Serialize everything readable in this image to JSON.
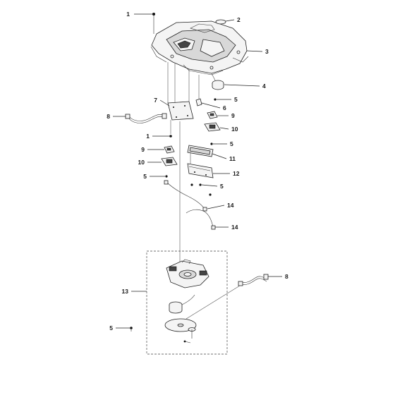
{
  "callouts": [
    {
      "id": "c1a",
      "label": "1"
    },
    {
      "id": "c2",
      "label": "2"
    },
    {
      "id": "c3",
      "label": "3"
    },
    {
      "id": "c4",
      "label": "4"
    },
    {
      "id": "c5a",
      "label": "5"
    },
    {
      "id": "c6",
      "label": "6"
    },
    {
      "id": "c7",
      "label": "7"
    },
    {
      "id": "c8a",
      "label": "8"
    },
    {
      "id": "c9a",
      "label": "9"
    },
    {
      "id": "c10a",
      "label": "10"
    },
    {
      "id": "c1b",
      "label": "1"
    },
    {
      "id": "c5b",
      "label": "5"
    },
    {
      "id": "c9b",
      "label": "9"
    },
    {
      "id": "c11",
      "label": "11"
    },
    {
      "id": "c10b",
      "label": "10"
    },
    {
      "id": "c12",
      "label": "12"
    },
    {
      "id": "c5c",
      "label": "5"
    },
    {
      "id": "c5d",
      "label": "5"
    },
    {
      "id": "c14a",
      "label": "14"
    },
    {
      "id": "c14b",
      "label": "14"
    },
    {
      "id": "c8b",
      "label": "8"
    },
    {
      "id": "c13",
      "label": "13"
    },
    {
      "id": "c5e",
      "label": "5"
    }
  ]
}
